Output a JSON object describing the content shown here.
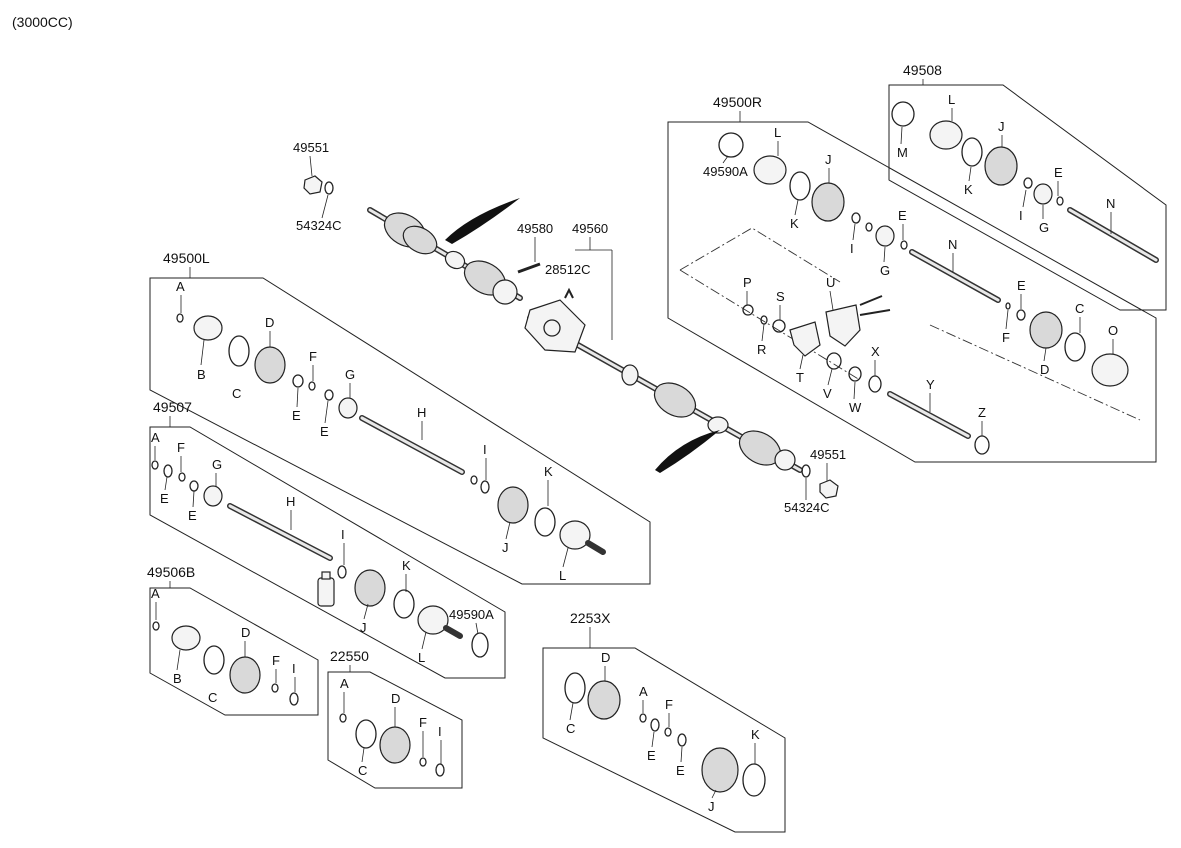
{
  "header": {
    "engine": "(3000CC)"
  },
  "assemblies": {
    "left_shaft": "49500L",
    "right_shaft": "49500R",
    "kit_49507": "49507",
    "kit_49508": "49508",
    "kit_49506B": "49506B",
    "kit_22550": "22550",
    "kit_2253X": "2253X"
  },
  "parts": {
    "p49551_top": "49551",
    "p54324C_top": "54324C",
    "p49580": "49580",
    "p49560": "49560",
    "p28512C": "28512C",
    "p49551_bot": "49551",
    "p54324C_bot": "54324C",
    "p49590A_r": "49590A",
    "p49590A_kit": "49590A"
  },
  "letters": {
    "A": "A",
    "B": "B",
    "C": "C",
    "D": "D",
    "E": "E",
    "F": "F",
    "G": "G",
    "H": "H",
    "I": "I",
    "J": "J",
    "K": "K",
    "L": "L",
    "M": "M",
    "N": "N",
    "O": "O",
    "P": "P",
    "R": "R",
    "S": "S",
    "T": "T",
    "U": "U",
    "V": "V",
    "W": "W",
    "X": "X",
    "Y": "Y",
    "Z": "Z"
  }
}
